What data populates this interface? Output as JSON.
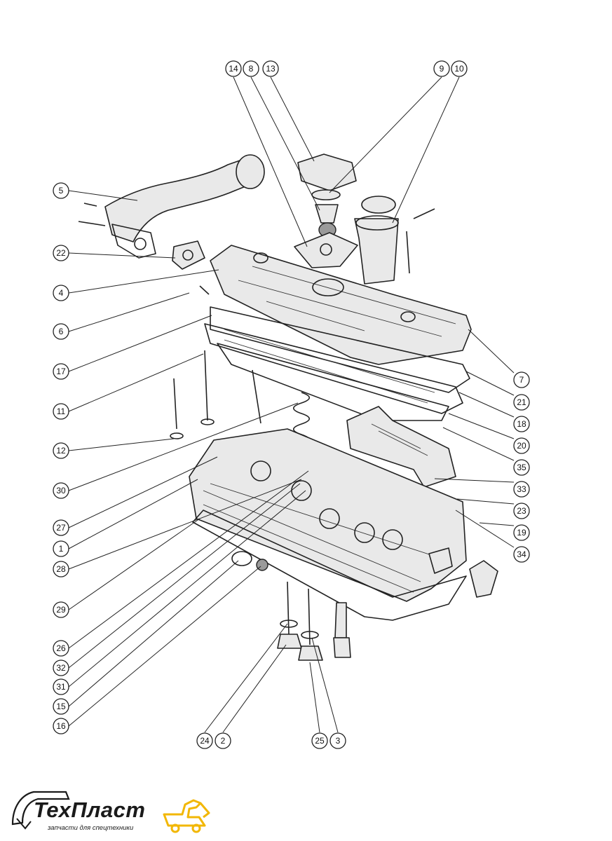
{
  "callouts": [
    {
      "label": "14"
    },
    {
      "label": "8"
    },
    {
      "label": "13"
    },
    {
      "label": "9"
    },
    {
      "label": "10"
    },
    {
      "label": "5"
    },
    {
      "label": "22"
    },
    {
      "label": "4"
    },
    {
      "label": "6"
    },
    {
      "label": "17"
    },
    {
      "label": "11"
    },
    {
      "label": "12"
    },
    {
      "label": "30"
    },
    {
      "label": "27"
    },
    {
      "label": "1"
    },
    {
      "label": "28"
    },
    {
      "label": "29"
    },
    {
      "label": "26"
    },
    {
      "label": "32"
    },
    {
      "label": "31"
    },
    {
      "label": "15"
    },
    {
      "label": "16"
    },
    {
      "label": "24"
    },
    {
      "label": "2"
    },
    {
      "label": "25"
    },
    {
      "label": "3"
    },
    {
      "label": "7"
    },
    {
      "label": "21"
    },
    {
      "label": "18"
    },
    {
      "label": "20"
    },
    {
      "label": "35"
    },
    {
      "label": "33"
    },
    {
      "label": "23"
    },
    {
      "label": "19"
    },
    {
      "label": "34"
    }
  ],
  "logo": {
    "name": "ТехПласт",
    "tagline": "запчасти для спецтехники",
    "colors": {
      "text": "#1a1a1a",
      "accent": "#f2b705"
    }
  }
}
